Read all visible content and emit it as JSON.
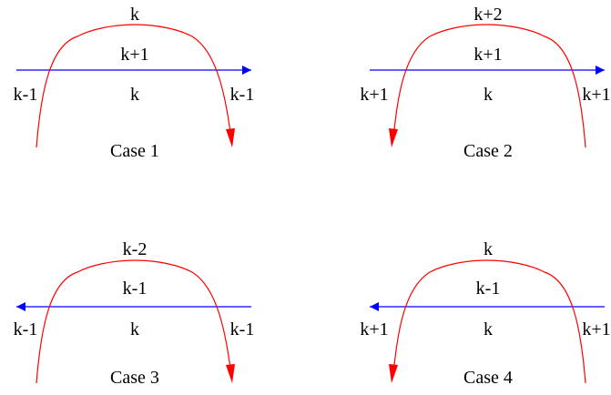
{
  "colors": {
    "blue": "#0000ff",
    "red": "#ff0000",
    "text": "#000000",
    "background": "#ffffff"
  },
  "cases": [
    {
      "caption": "Case 1",
      "labels": {
        "top": "k",
        "inner": "k+1",
        "left": "k-1",
        "center": "k",
        "right": "k-1"
      },
      "blue_arrow_direction": "right",
      "red_arrowhead": "right-end"
    },
    {
      "caption": "Case 2",
      "labels": {
        "top": "k+2",
        "inner": "k+1",
        "left": "k+1",
        "center": "k",
        "right": "k+1"
      },
      "blue_arrow_direction": "right",
      "red_arrowhead": "left-end"
    },
    {
      "caption": "Case 3",
      "labels": {
        "top": "k-2",
        "inner": "k-1",
        "left": "k-1",
        "center": "k",
        "right": "k-1"
      },
      "blue_arrow_direction": "left",
      "red_arrowhead": "right-end"
    },
    {
      "caption": "Case 4",
      "labels": {
        "top": "k",
        "inner": "k-1",
        "left": "k+1",
        "center": "k",
        "right": "k+1"
      },
      "blue_arrow_direction": "left",
      "red_arrowhead": "left-end"
    }
  ]
}
